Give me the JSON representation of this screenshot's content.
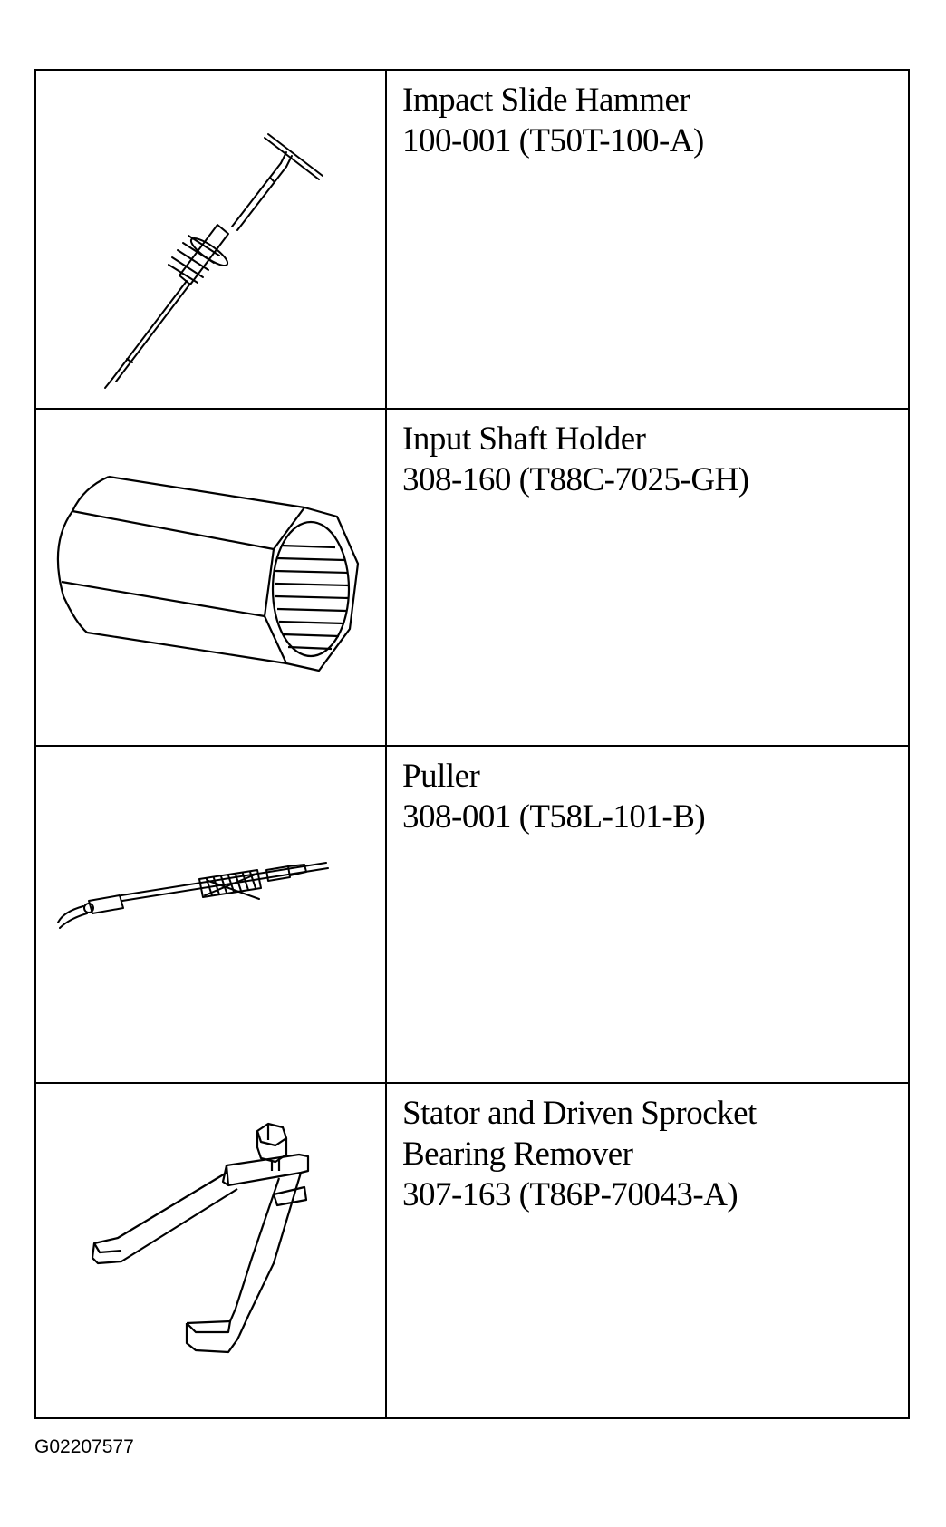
{
  "tools": [
    {
      "name_lines": [
        "Impact Slide Hammer"
      ],
      "part_number": "100-001 (T50T-100-A)",
      "icon": "slide-hammer-icon"
    },
    {
      "name_lines": [
        "Input Shaft Holder"
      ],
      "part_number": "308-160 (T88C-7025-GH)",
      "icon": "hex-shaft-holder-icon"
    },
    {
      "name_lines": [
        "Puller"
      ],
      "part_number": "308-001 (T58L-101-B)",
      "icon": "puller-icon"
    },
    {
      "name_lines": [
        "Stator and Driven Sprocket",
        "Bearing Remover"
      ],
      "part_number": "307-163 (T86P-70043-A)",
      "icon": "bearing-remover-icon"
    }
  ],
  "figure_id": "G02207577"
}
